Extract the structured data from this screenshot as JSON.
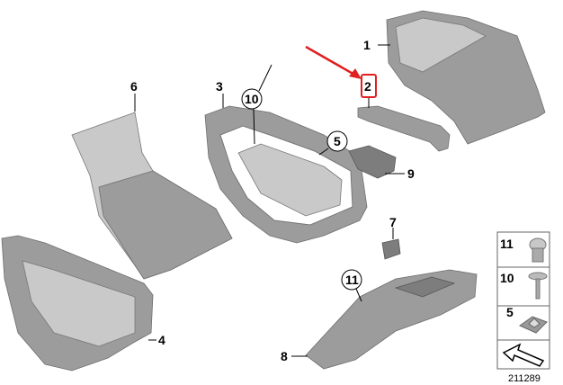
{
  "diagram": {
    "callouts": [
      "1",
      "2",
      "3",
      "4",
      "5",
      "6",
      "7",
      "8",
      "9",
      "10",
      "11"
    ],
    "highlighted_callout": "2",
    "highlight_color": "#e02020",
    "part_color": "#9c9c9c",
    "legend": [
      {
        "number": "11",
        "icon": "push-rivet-icon"
      },
      {
        "number": "10",
        "icon": "screw-with-washer-icon"
      },
      {
        "number": "5",
        "icon": "clip-nut-icon"
      },
      {
        "number": "",
        "icon": "direction-arrow-icon"
      }
    ],
    "diagram_id": "211289"
  }
}
